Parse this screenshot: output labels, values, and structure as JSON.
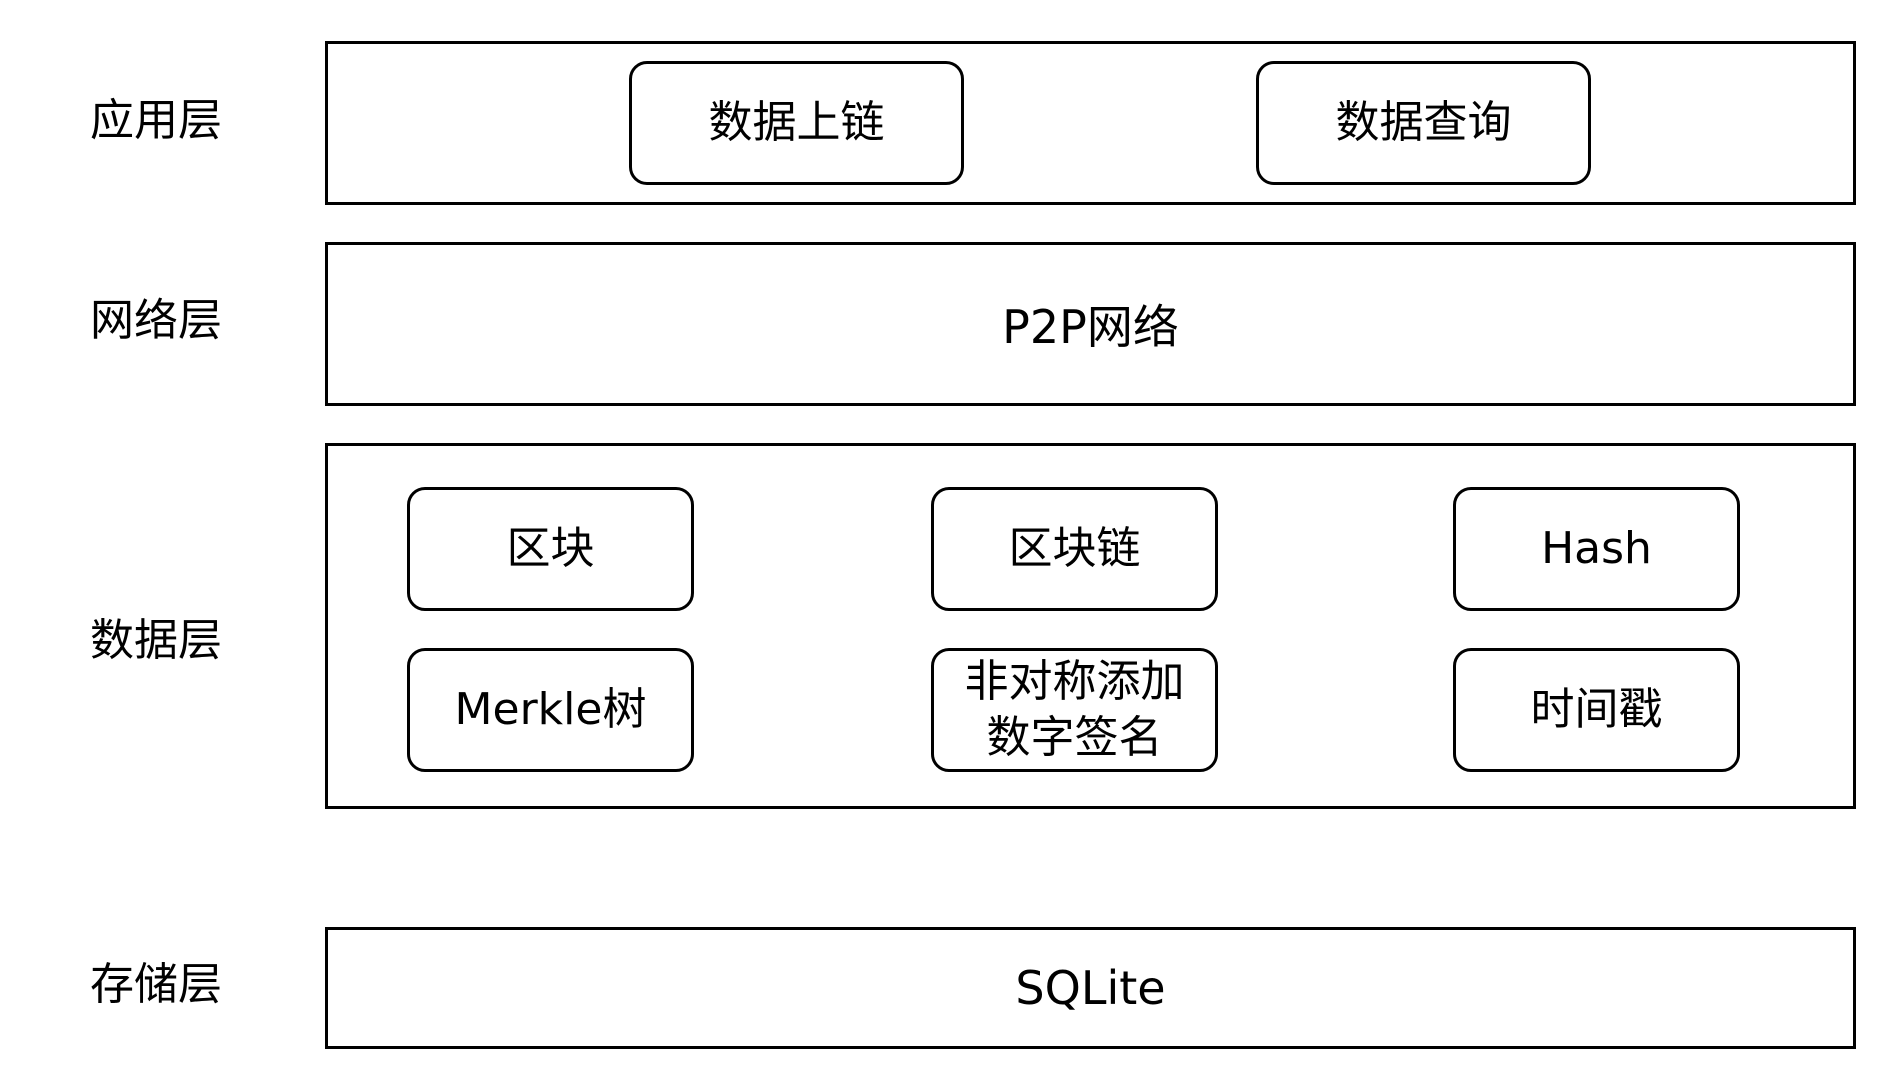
{
  "layers": {
    "application": {
      "label": "应用层",
      "nodes": [
        "数据上链",
        "数据查询"
      ]
    },
    "network": {
      "label": "网络层",
      "content": "P2P网络"
    },
    "data": {
      "label": "数据层",
      "nodes": [
        "区块",
        "区块链",
        "Hash",
        "Merkle树",
        "非对称添加",
        "数字签名",
        "时间戳"
      ]
    },
    "storage": {
      "label": "存储层",
      "content": "SQLite"
    }
  }
}
